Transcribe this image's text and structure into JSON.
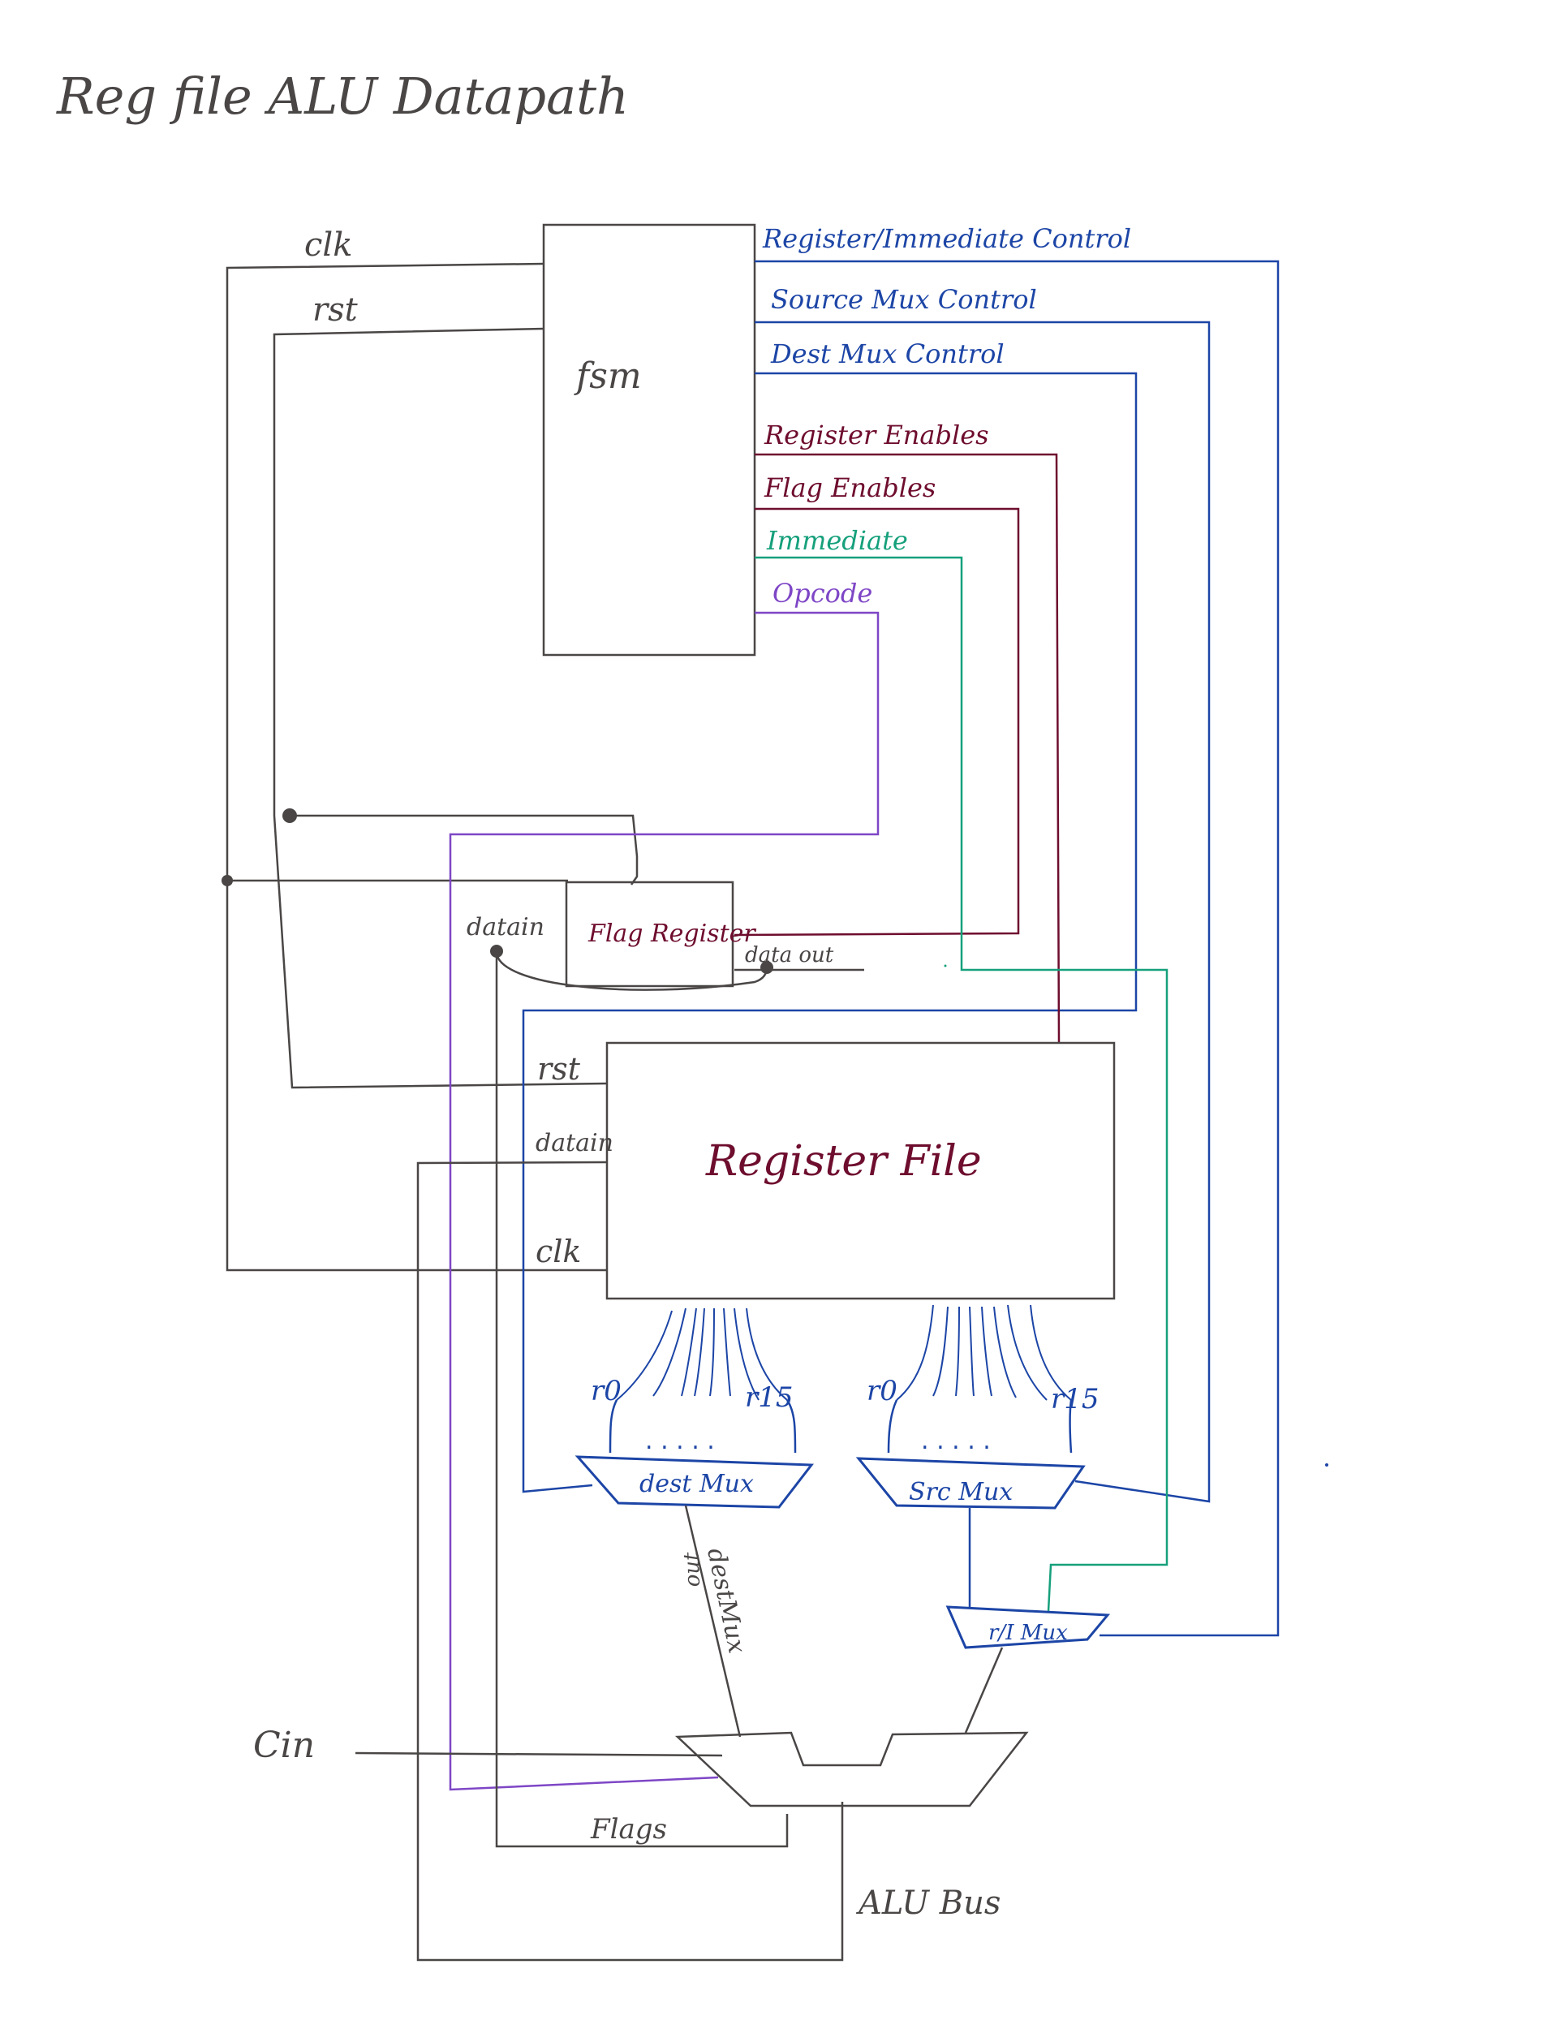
{
  "title": "Reg file ALU Datapath",
  "colors": {
    "gray": "#4a4646",
    "blue": "#1c45a6",
    "maroon": "#6e0d2e",
    "green": "#16a07c",
    "purple": "#7e46c6"
  },
  "fsm": {
    "label": "fsm",
    "inputs": {
      "clk": "clk",
      "rst": "rst"
    },
    "outputs": {
      "reg_imm_control": "Register/Immediate Control",
      "source_mux_control": "Source Mux Control",
      "dest_mux_control": "Dest Mux Control",
      "register_enables": "Register Enables",
      "flag_enables": "Flag Enables",
      "immediate": "Immediate",
      "opcode": "Opcode"
    }
  },
  "flag_register": {
    "label": "Flag Register",
    "datain": "datain",
    "dataout": "data out"
  },
  "register_file": {
    "label": "Register File",
    "rst": "rst",
    "datain": "datain",
    "clk": "clk"
  },
  "dest_mux": {
    "label": "dest Mux",
    "first": "r0",
    "last": "r15",
    "dots": ". . . . .",
    "output": "destMux",
    "output_sub": "out"
  },
  "src_mux": {
    "label": "Src Mux",
    "first": "r0",
    "last": "r15",
    "dots": ". . . . ."
  },
  "ri_mux": {
    "label": "r/I Mux"
  },
  "alu": {
    "cin": "Cin",
    "flags": "Flags",
    "bus": "ALU Bus"
  }
}
